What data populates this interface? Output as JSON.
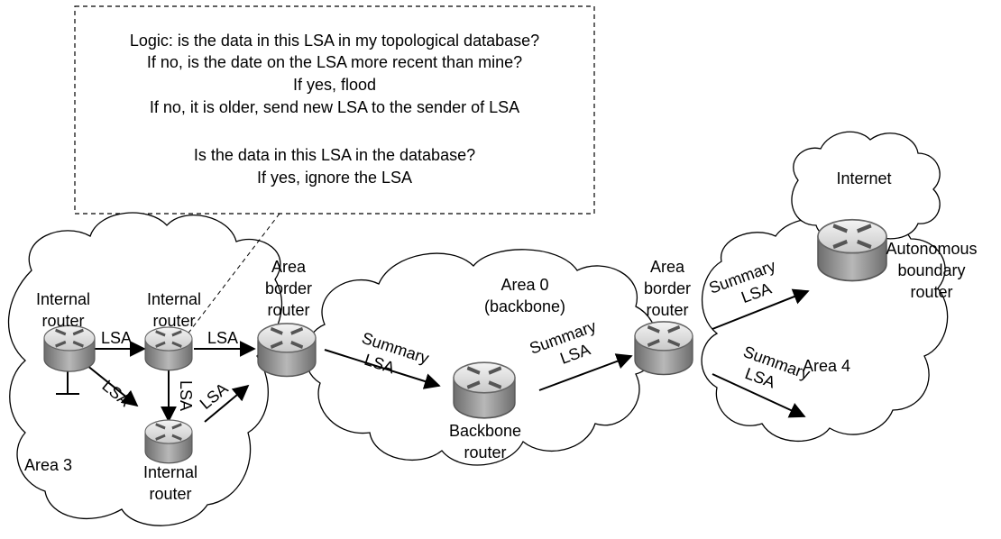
{
  "callout": {
    "lines": [
      "Logic: is the data in this LSA in my topological database?",
      "If no, is the date on the LSA more recent than mine?",
      "If yes, flood",
      "If no, it is older, send new LSA to the sender of LSA",
      "Is the data in this LSA in the database?",
      "If yes, ignore the LSA"
    ]
  },
  "areas": {
    "area3": "Area 3",
    "area0": [
      "Area 0",
      "(backbone)"
    ],
    "area4": "Area 4",
    "internet": "Internet"
  },
  "routers": {
    "internal_a": [
      "Internal",
      "router"
    ],
    "internal_b": [
      "Internal",
      "router"
    ],
    "internal_c": [
      "Internal",
      "router"
    ],
    "abr_left": [
      "Area",
      "border",
      "router"
    ],
    "backbone": [
      "Backbone",
      "router"
    ],
    "abr_right": [
      "Area",
      "border",
      "router"
    ],
    "asbr": [
      "Autonomous",
      "boundary",
      "router"
    ]
  },
  "labels": {
    "lsa": "LSA",
    "summary": "Summary",
    "summary_lsa_lsa": "LSA"
  },
  "colors": {
    "router_top": "#e8e8e8",
    "router_side": "#8c8c8c",
    "line": "#000000"
  }
}
